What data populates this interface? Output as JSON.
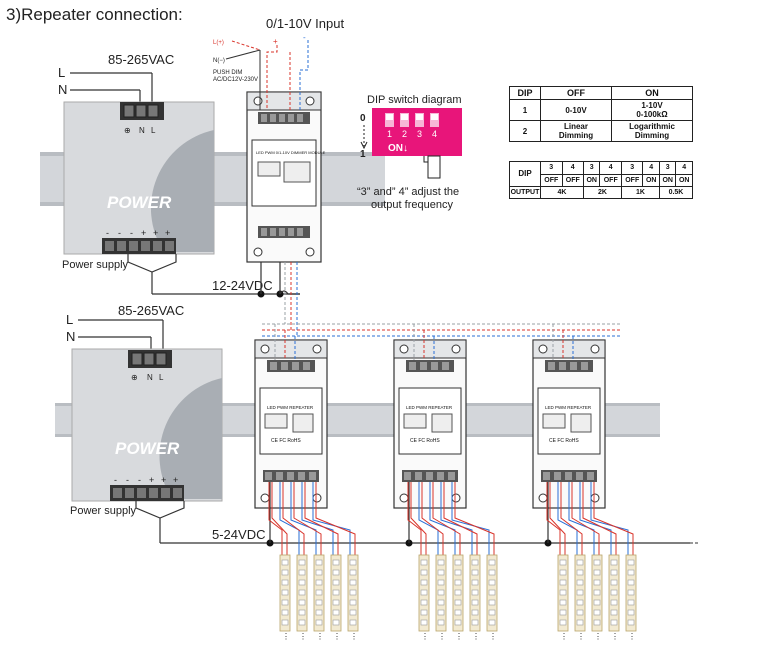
{
  "title": "3)Repeater connection:",
  "input_label": "0/1-10V Input",
  "top_supply": {
    "voltage": "85-265VAC",
    "line": "L",
    "neutral": "N",
    "brand": "POWER",
    "caption": "Power supply",
    "terminals_top": [
      "⊕",
      "N",
      "L"
    ],
    "terminals_bottom": [
      "-",
      "-",
      "-",
      "+",
      "+",
      "+"
    ],
    "dc_label": "12-24VDC"
  },
  "bottom_supply": {
    "voltage": "85-265VAC",
    "line": "L",
    "neutral": "N",
    "brand": "POWER",
    "caption": "Power supply",
    "terminals_top": [
      "⊕",
      "N",
      "L"
    ],
    "terminals_bottom": [
      "-",
      "-",
      "-",
      "+",
      "+",
      "+"
    ],
    "dc_label": "5-24VDC"
  },
  "wiring_notes": {
    "l_plus": "L(+)",
    "n_minus": "N(−)",
    "push_dim": "PUSH DIM",
    "push_dim_voltage": "AC/DC12V-230V",
    "plus": "+",
    "minus": "-"
  },
  "dimmer_module": {
    "label": "LED PWM 0/1-10V DIMMER MODULE"
  },
  "repeater_module": {
    "label": "LED PWM REPEATER",
    "marks": "CE FC RoHS"
  },
  "dip_diagram": {
    "title": "DIP switch diagram",
    "off_mark": "0",
    "on_mark": "1",
    "switch_numbers": [
      "1",
      "2",
      "3",
      "4"
    ],
    "on_label": "ON↓",
    "note_line1": "“3” and” 4” adjust the",
    "note_line2": "output frequency",
    "colors": {
      "body": "#e8157a",
      "switch": "#f7b6d6"
    }
  },
  "dip_table_1": {
    "headers": [
      "DIP",
      "OFF",
      "ON"
    ],
    "rows": [
      {
        "dip": "1",
        "off": "0-10V",
        "on_line1": "1-10V",
        "on_line2": "0-100kΩ"
      },
      {
        "dip": "2",
        "off_line1": "Linear",
        "off_line2": "Dimming",
        "on_line1": "Logarithmic",
        "on_line2": "Dimming"
      }
    ]
  },
  "dip_table_2": {
    "dip_label": "DIP",
    "switch_numbers": [
      "3",
      "4",
      "3",
      "4",
      "3",
      "4",
      "3",
      "4"
    ],
    "states": [
      "OFF",
      "OFF",
      "ON",
      "OFF",
      "OFF",
      "ON",
      "ON",
      "ON"
    ],
    "output_label": "OUTPUT",
    "outputs": [
      "4K",
      "2K",
      "1K",
      "0.5K"
    ]
  },
  "colors": {
    "wire_red": "#d9342b",
    "wire_blue": "#2a6fd6",
    "wire_gray": "#9aa0a6",
    "rail": "#c9ccd0",
    "psu": "#d8dadd",
    "psu_arc": "#a7acb2",
    "dip_pink": "#e8157a"
  }
}
